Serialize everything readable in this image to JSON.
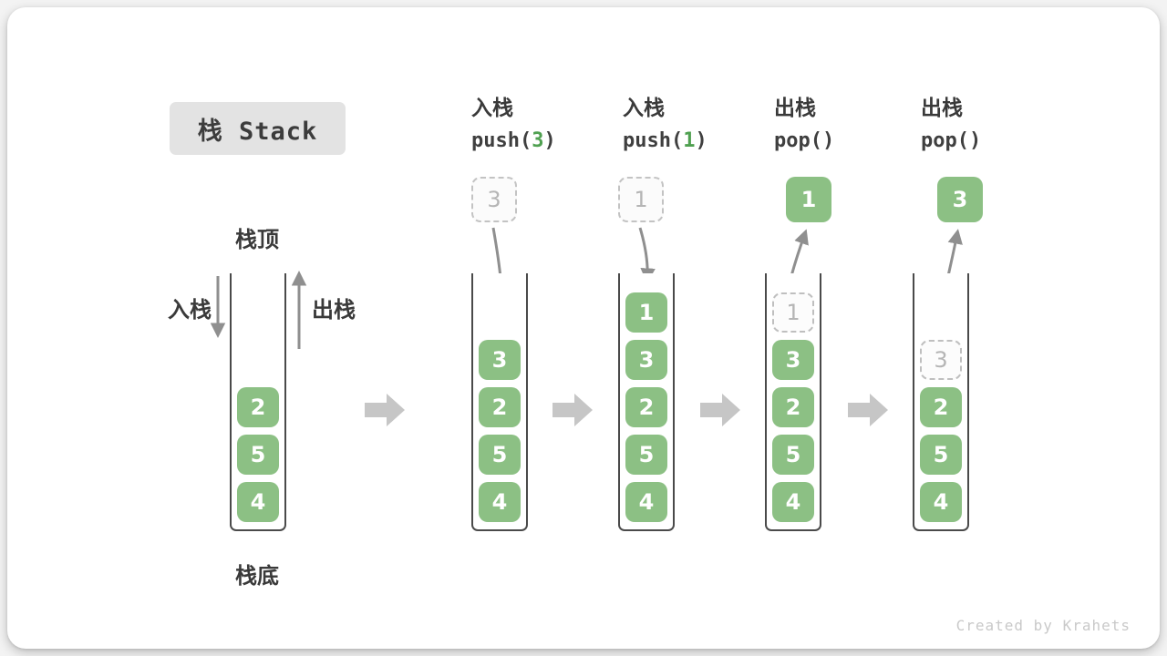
{
  "title": "栈 Stack",
  "annotations": {
    "stack_top": "栈顶",
    "stack_bottom": "栈底",
    "push": "入栈",
    "pop": "出栈"
  },
  "operations": [
    {
      "label": "入栈",
      "code": {
        "pre": "push(",
        "arg": "3",
        "post": ")"
      },
      "float": {
        "value": "3",
        "variant": "ghost"
      }
    },
    {
      "label": "入栈",
      "code": {
        "pre": "push(",
        "arg": "1",
        "post": ")"
      },
      "float": {
        "value": "1",
        "variant": "ghost"
      }
    },
    {
      "label": "出栈",
      "code": {
        "pre": "pop(",
        "arg": "",
        "post": ")"
      },
      "float": {
        "value": "1",
        "variant": "solid"
      }
    },
    {
      "label": "出栈",
      "code": {
        "pre": "pop(",
        "arg": "",
        "post": ")"
      },
      "float": {
        "value": "3",
        "variant": "solid"
      }
    }
  ],
  "stacks": [
    {
      "cells": [
        {
          "value": "2"
        },
        {
          "value": "5"
        },
        {
          "value": "4"
        }
      ]
    },
    {
      "cells": [
        {
          "value": "3"
        },
        {
          "value": "2"
        },
        {
          "value": "5"
        },
        {
          "value": "4"
        }
      ]
    },
    {
      "cells": [
        {
          "value": "1"
        },
        {
          "value": "3"
        },
        {
          "value": "2"
        },
        {
          "value": "5"
        },
        {
          "value": "4"
        }
      ]
    },
    {
      "cells": [
        {
          "value": "1",
          "ghost": true
        },
        {
          "value": "3"
        },
        {
          "value": "2"
        },
        {
          "value": "5"
        },
        {
          "value": "4"
        }
      ]
    },
    {
      "cells": [
        {
          "value": "3",
          "ghost": true
        },
        {
          "value": "2"
        },
        {
          "value": "5"
        },
        {
          "value": "4"
        }
      ]
    }
  ],
  "watermark": "Created by Krahets",
  "colors": {
    "cell_green": "#8CC084",
    "accent_green": "#4FA050",
    "container_border": "#4a4a4a",
    "ghost_border": "#bfbfbf",
    "flow_arrow": "#8f8f8f",
    "block_arrow": "#c6c6c6",
    "title_bg": "#e3e3e3"
  }
}
